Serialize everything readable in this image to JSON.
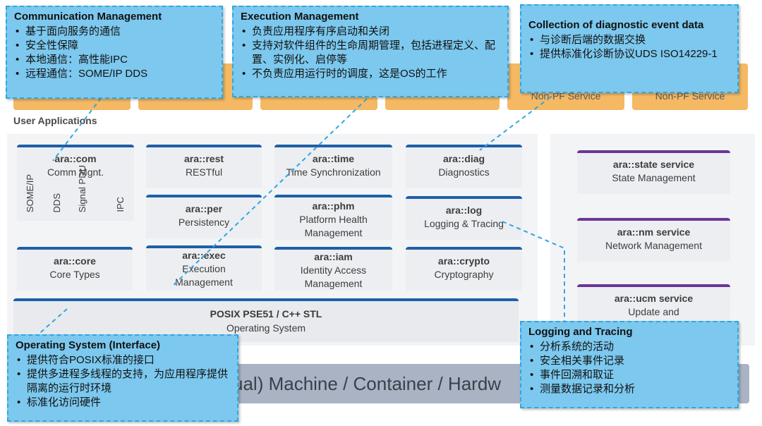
{
  "top_apps": [
    {
      "label": ""
    },
    {
      "label": ""
    },
    {
      "label": ""
    },
    {
      "label": ""
    },
    {
      "label": "Non-PF Service"
    },
    {
      "label": "Non-PF Service"
    }
  ],
  "user_apps_label": "User Applications",
  "modules": {
    "com": {
      "title": "ara::com",
      "sub": "Comm Mgnt.",
      "protocols": [
        "SOME/IP",
        "DDS",
        "Signal PDU",
        "IPC"
      ]
    },
    "rest": {
      "title": "ara::rest",
      "sub": "RESTful"
    },
    "time": {
      "title": "ara::time",
      "sub": "Time Synchronization"
    },
    "diag": {
      "title": "ara::diag",
      "sub": "Diagnostics"
    },
    "per": {
      "title": "ara::per",
      "sub": "Persistency"
    },
    "phm": {
      "title": "ara::phm",
      "sub": "Platform Health Management"
    },
    "log": {
      "title": "ara::log",
      "sub": "Logging & Tracing"
    },
    "core": {
      "title": "ara::core",
      "sub": "Core Types"
    },
    "exec": {
      "title": "ara::exec",
      "sub": "Execution Management"
    },
    "iam": {
      "title": "ara::iam",
      "sub": "Identity Access Management"
    },
    "crypto": {
      "title": "ara::crypto",
      "sub": "Cryptography"
    },
    "state": {
      "title": "ara::state service",
      "sub": "State Management"
    },
    "nm": {
      "title": "ara::nm service",
      "sub": "Network Management"
    },
    "ucm": {
      "title": "ara::ucm service",
      "sub": "Update and"
    }
  },
  "posix": {
    "title": "POSIX PSE51 / C++ STL",
    "sub": "Operating System"
  },
  "machine": {
    "label": "ual) Machine / Container / Hardw"
  },
  "callouts": {
    "comm": {
      "title": "Communication Management",
      "items": [
        "基于面向服务的通信",
        "安全性保障",
        "本地通信：高性能IPC",
        "远程通信：SOME/IP DDS"
      ]
    },
    "exec": {
      "title": "Execution Management",
      "items": [
        "负责应用程序有序启动和关闭",
        "支持对软件组件的生命周期管理，包括进程定义、配置、实例化、启停等",
        "不负责应用运行时的调度，这是OS的工作"
      ]
    },
    "diag": {
      "title": "Collection of diagnostic event data",
      "items": [
        "与诊断后端的数据交换",
        "提供标准化诊断协议UDS ISO14229-1"
      ]
    },
    "os": {
      "title": "Operating System (Interface)",
      "items": [
        "提供符合POSIX标准的接口",
        "提供多进程多线程的支持，为应用程序提供隔离的运行时环境",
        "标准化访问硬件"
      ]
    },
    "log": {
      "title": "Logging and Tracing",
      "items": [
        "分析系统的活动",
        "安全相关事件记录",
        "事件回溯和取证",
        "测量数据记录和分析"
      ]
    }
  },
  "colors": {
    "callout_bg": "#7cc8ee",
    "card_border_blue": "#1f5fa8",
    "card_border_purple": "#6d3596",
    "app_orange": "#f5b863",
    "machine": "#a9b3c4"
  }
}
